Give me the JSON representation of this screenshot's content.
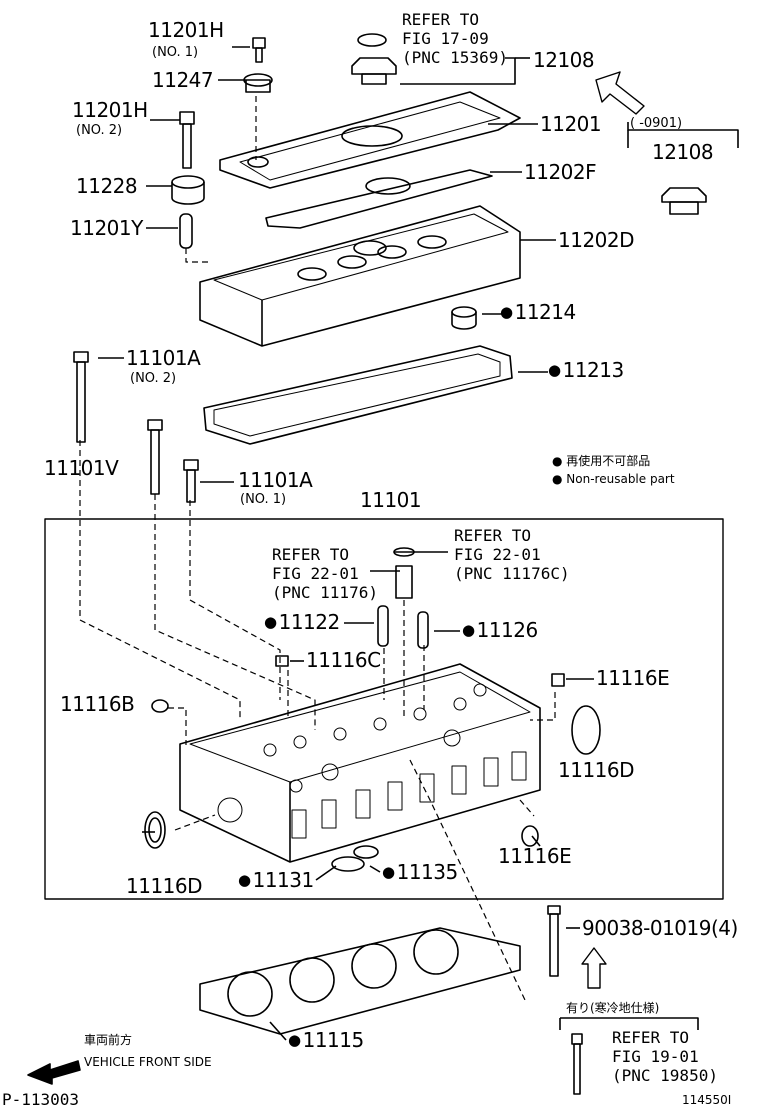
{
  "parts": {
    "p11201H_1": {
      "num": "11201H",
      "note": "(NO. 1)"
    },
    "p11247": {
      "num": "11247"
    },
    "p11201H_2": {
      "num": "11201H",
      "note": "(NO. 2)"
    },
    "p11228": {
      "num": "11228"
    },
    "p11201Y": {
      "num": "11201Y"
    },
    "p12108": {
      "num": "12108"
    },
    "p12108b": {
      "num": "12108",
      "range": "(   -0901)"
    },
    "p11201": {
      "num": "11201"
    },
    "p11202F": {
      "num": "11202F"
    },
    "p11202D": {
      "num": "11202D"
    },
    "p11214": {
      "num": "11214"
    },
    "p11213": {
      "num": "11213"
    },
    "p11101A_2": {
      "num": "11101A",
      "note": "(NO. 2)"
    },
    "p11101V": {
      "num": "11101V"
    },
    "p11101A_1": {
      "num": "11101A",
      "note": "(NO. 1)"
    },
    "p11101": {
      "num": "11101"
    },
    "p11122": {
      "num": "11122"
    },
    "p11126": {
      "num": "11126"
    },
    "p11116C": {
      "num": "11116C"
    },
    "p11116B": {
      "num": "11116B"
    },
    "p11116E_top": {
      "num": "11116E"
    },
    "p11116D_right": {
      "num": "11116D"
    },
    "p11116E_bot": {
      "num": "11116E"
    },
    "p11116D_left": {
      "num": "11116D"
    },
    "p11131": {
      "num": "11131"
    },
    "p11135": {
      "num": "11135"
    },
    "p90038": {
      "num": "90038-01019(4)"
    },
    "p11115": {
      "num": "11115"
    }
  },
  "refs": {
    "fig17": {
      "l1": "REFER TO",
      "l2": "FIG 17-09",
      "l3": "(PNC 15369)"
    },
    "fig22a": {
      "l1": "REFER TO",
      "l2": "FIG 22-01",
      "l3": "(PNC 11176)"
    },
    "fig22b": {
      "l1": "REFER TO",
      "l2": "FIG 22-01",
      "l3": "(PNC 11176C)"
    },
    "fig19": {
      "l1": "REFER TO",
      "l2": "FIG 19-01",
      "l3": "(PNC 19850)"
    }
  },
  "legend": {
    "jp": "再使用不可部品",
    "en": "Non-reusable part"
  },
  "cold_region": "有り(寒冷地仕様)",
  "direction": {
    "jp": "車両前方",
    "en": "VEHICLE FRONT SIDE"
  },
  "figure_id": "P-113003",
  "illustration_id": "114550I"
}
